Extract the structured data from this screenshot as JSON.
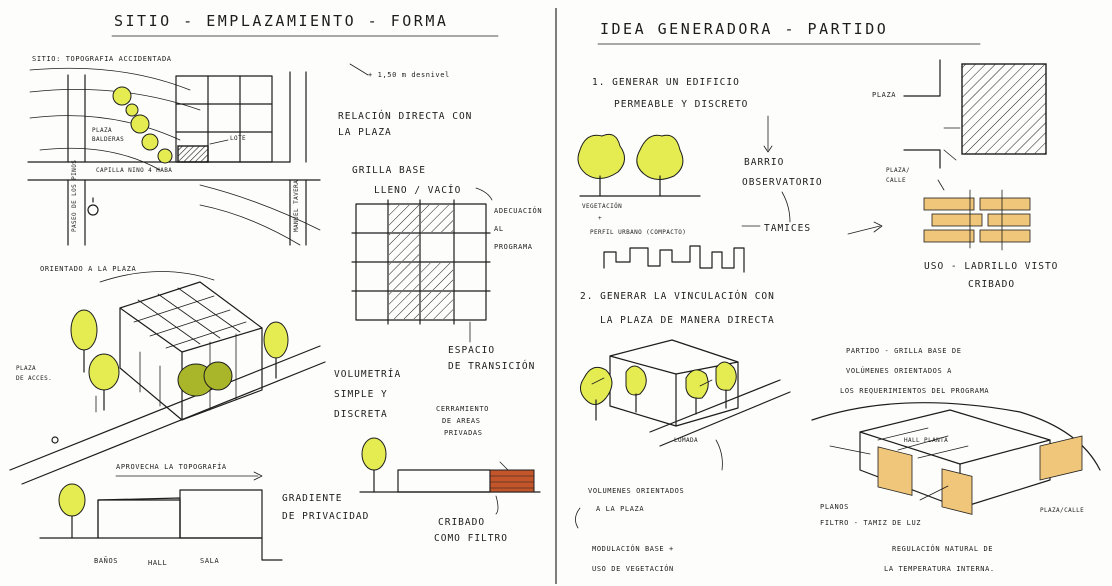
{
  "left_title": "SITIO - EMPLAZAMIENTO - FORMA",
  "right_title": "IDEA GENERADORA - PARTIDO",
  "site": {
    "sitio": "SITIO: TOPOGRAFIA ACCIDENTADA",
    "desnivel": "+ 1,50 m desnivel",
    "plaza": "PLAZA",
    "plaza_name": "BALDERAS",
    "street_bottom": "CAPILLA NINO 4 HABA",
    "street_left": "PASEO DE LOS PINOS",
    "street_right": "MANUEL TAVERA",
    "lot": "LOTE"
  },
  "left_notes": {
    "relacion": "RELACIÓN DIRECTA CON",
    "relacion2": "LA PLAZA",
    "grilla": "GRILLA BASE",
    "lleno": "LLENO / VACÍO",
    "adecuacion1": "ADECUACIÓN",
    "adecuacion2": "AL",
    "adecuacion3": "PROGRAMA",
    "espacio1": "ESPACIO",
    "espacio2": "DE TRANSICIÓN",
    "orientado": "ORIENTADO A LA PLAZA",
    "plaza_acces1": "PLAZA",
    "plaza_acces2": "DE ACCES.",
    "volumetria1": "VOLUMETRÍA",
    "volumetria2": "SIMPLE Y",
    "volumetria3": "DISCRETA",
    "cerramiento1": "CERRAMIENTO",
    "cerramiento2": "DE AREAS",
    "cerramiento3": "PRIVADAS",
    "aprovecha": "APROVECHA LA TOPOGRAFÍA",
    "gradiente1": "GRADIENTE",
    "gradiente2": "DE PRIVACIDAD",
    "cribado1": "CRIBADO",
    "cribado2": "COMO FILTRO",
    "banos": "BAÑOS",
    "hall": "HALL",
    "sala": "SALA"
  },
  "right_notes": {
    "gen1a": "1. GENERAR UN EDIFICIO",
    "gen1b": "PERMEABLE Y DISCRETO",
    "barrio1": "BARRIO",
    "barrio2": "OBSERVATORIO",
    "vegetacion1": "VEGETACIÓN",
    "vegetacion2": "+",
    "perfil": "PERFIL URBANO (COMPACTO)",
    "tamices": "TAMICES",
    "plaza": "PLAZA",
    "plaza_calle": "PLAZA/",
    "calle": "CALLE",
    "uso1": "USO - LADRILLO VISTO",
    "uso2": "CRIBADO",
    "gen2a": "2. GENERAR LA VINCULACIÓN CON",
    "gen2b": "LA PLAZA DE MANERA DIRECTA",
    "partido1": "PARTIDO - GRILLA BASE DE",
    "partido2": "VOLÚMENES ORIENTADOS A",
    "partido3": "LOS REQUERIMIENTOS DEL PROGRAMA",
    "volumenes1": "VOLUMENES ORIENTADOS",
    "volumenes2": "A LA PLAZA",
    "modulacion1": "MODULACIÓN BASE +",
    "modulacion2": "USO DE VEGETACIÓN",
    "planos1": "PLANOS",
    "planos2": "FILTRO - TAMIZ DE LUZ",
    "hall_planta": "HALL PLANTA",
    "plaza_calle2": "PLAZA/CALLE",
    "regulacion1": "REGULACIÓN NATURAL DE",
    "regulacion2": "LA TEMPERATURA INTERNA.",
    "lomada": "LOMADA"
  },
  "colors": {
    "tree": "#e4ec52",
    "tree_dark": "#aab62a",
    "brick": "#f0c67a",
    "brick_red": "#c2562a",
    "ink": "#1d1d1d",
    "divider": "#3a3a3a"
  }
}
